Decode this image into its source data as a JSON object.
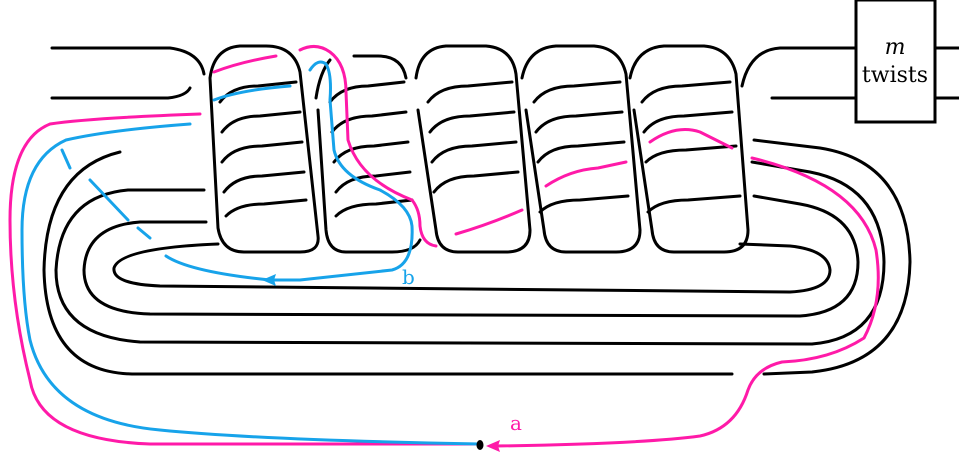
{
  "twist_box": {
    "variable": "m",
    "text": "twists"
  },
  "curves": [
    {
      "name": "a",
      "label": "a",
      "color": "#ff1aa8"
    },
    {
      "name": "b",
      "label": "b",
      "color": "#17a3ea"
    }
  ],
  "colors": {
    "knot": "#000000",
    "background": "#ffffff"
  }
}
